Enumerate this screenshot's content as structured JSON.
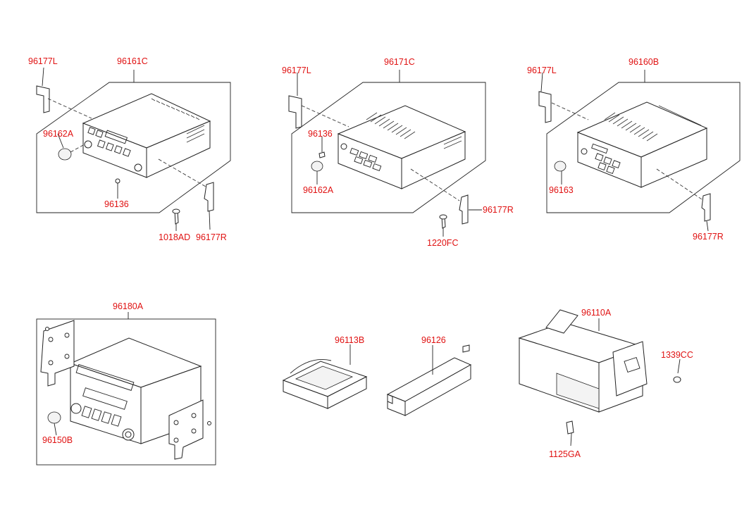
{
  "labels": {
    "p96177L_1": "96177L",
    "p96161C": "96161C",
    "p96162A_1": "96162A",
    "p96136_1": "96136",
    "p1018AD": "1018AD",
    "p96177R_1": "96177R",
    "p96177L_2": "96177L",
    "p96171C": "96171C",
    "p96136_2": "96136",
    "p96162A_2": "96162A",
    "p96177R_2": "96177R",
    "p1220FC": "1220FC",
    "p96177L_3": "96177L",
    "p96160B": "96160B",
    "p96163": "96163",
    "p96177R_3": "96177R",
    "p96180A": "96180A",
    "p96150B": "96150B",
    "p96113B": "96113B",
    "p96126": "96126",
    "p96110A": "96110A",
    "p1339CC": "1339CC",
    "p1125GA": "1125GA"
  },
  "colors": {
    "label": "#e01212",
    "line": "#222222"
  }
}
